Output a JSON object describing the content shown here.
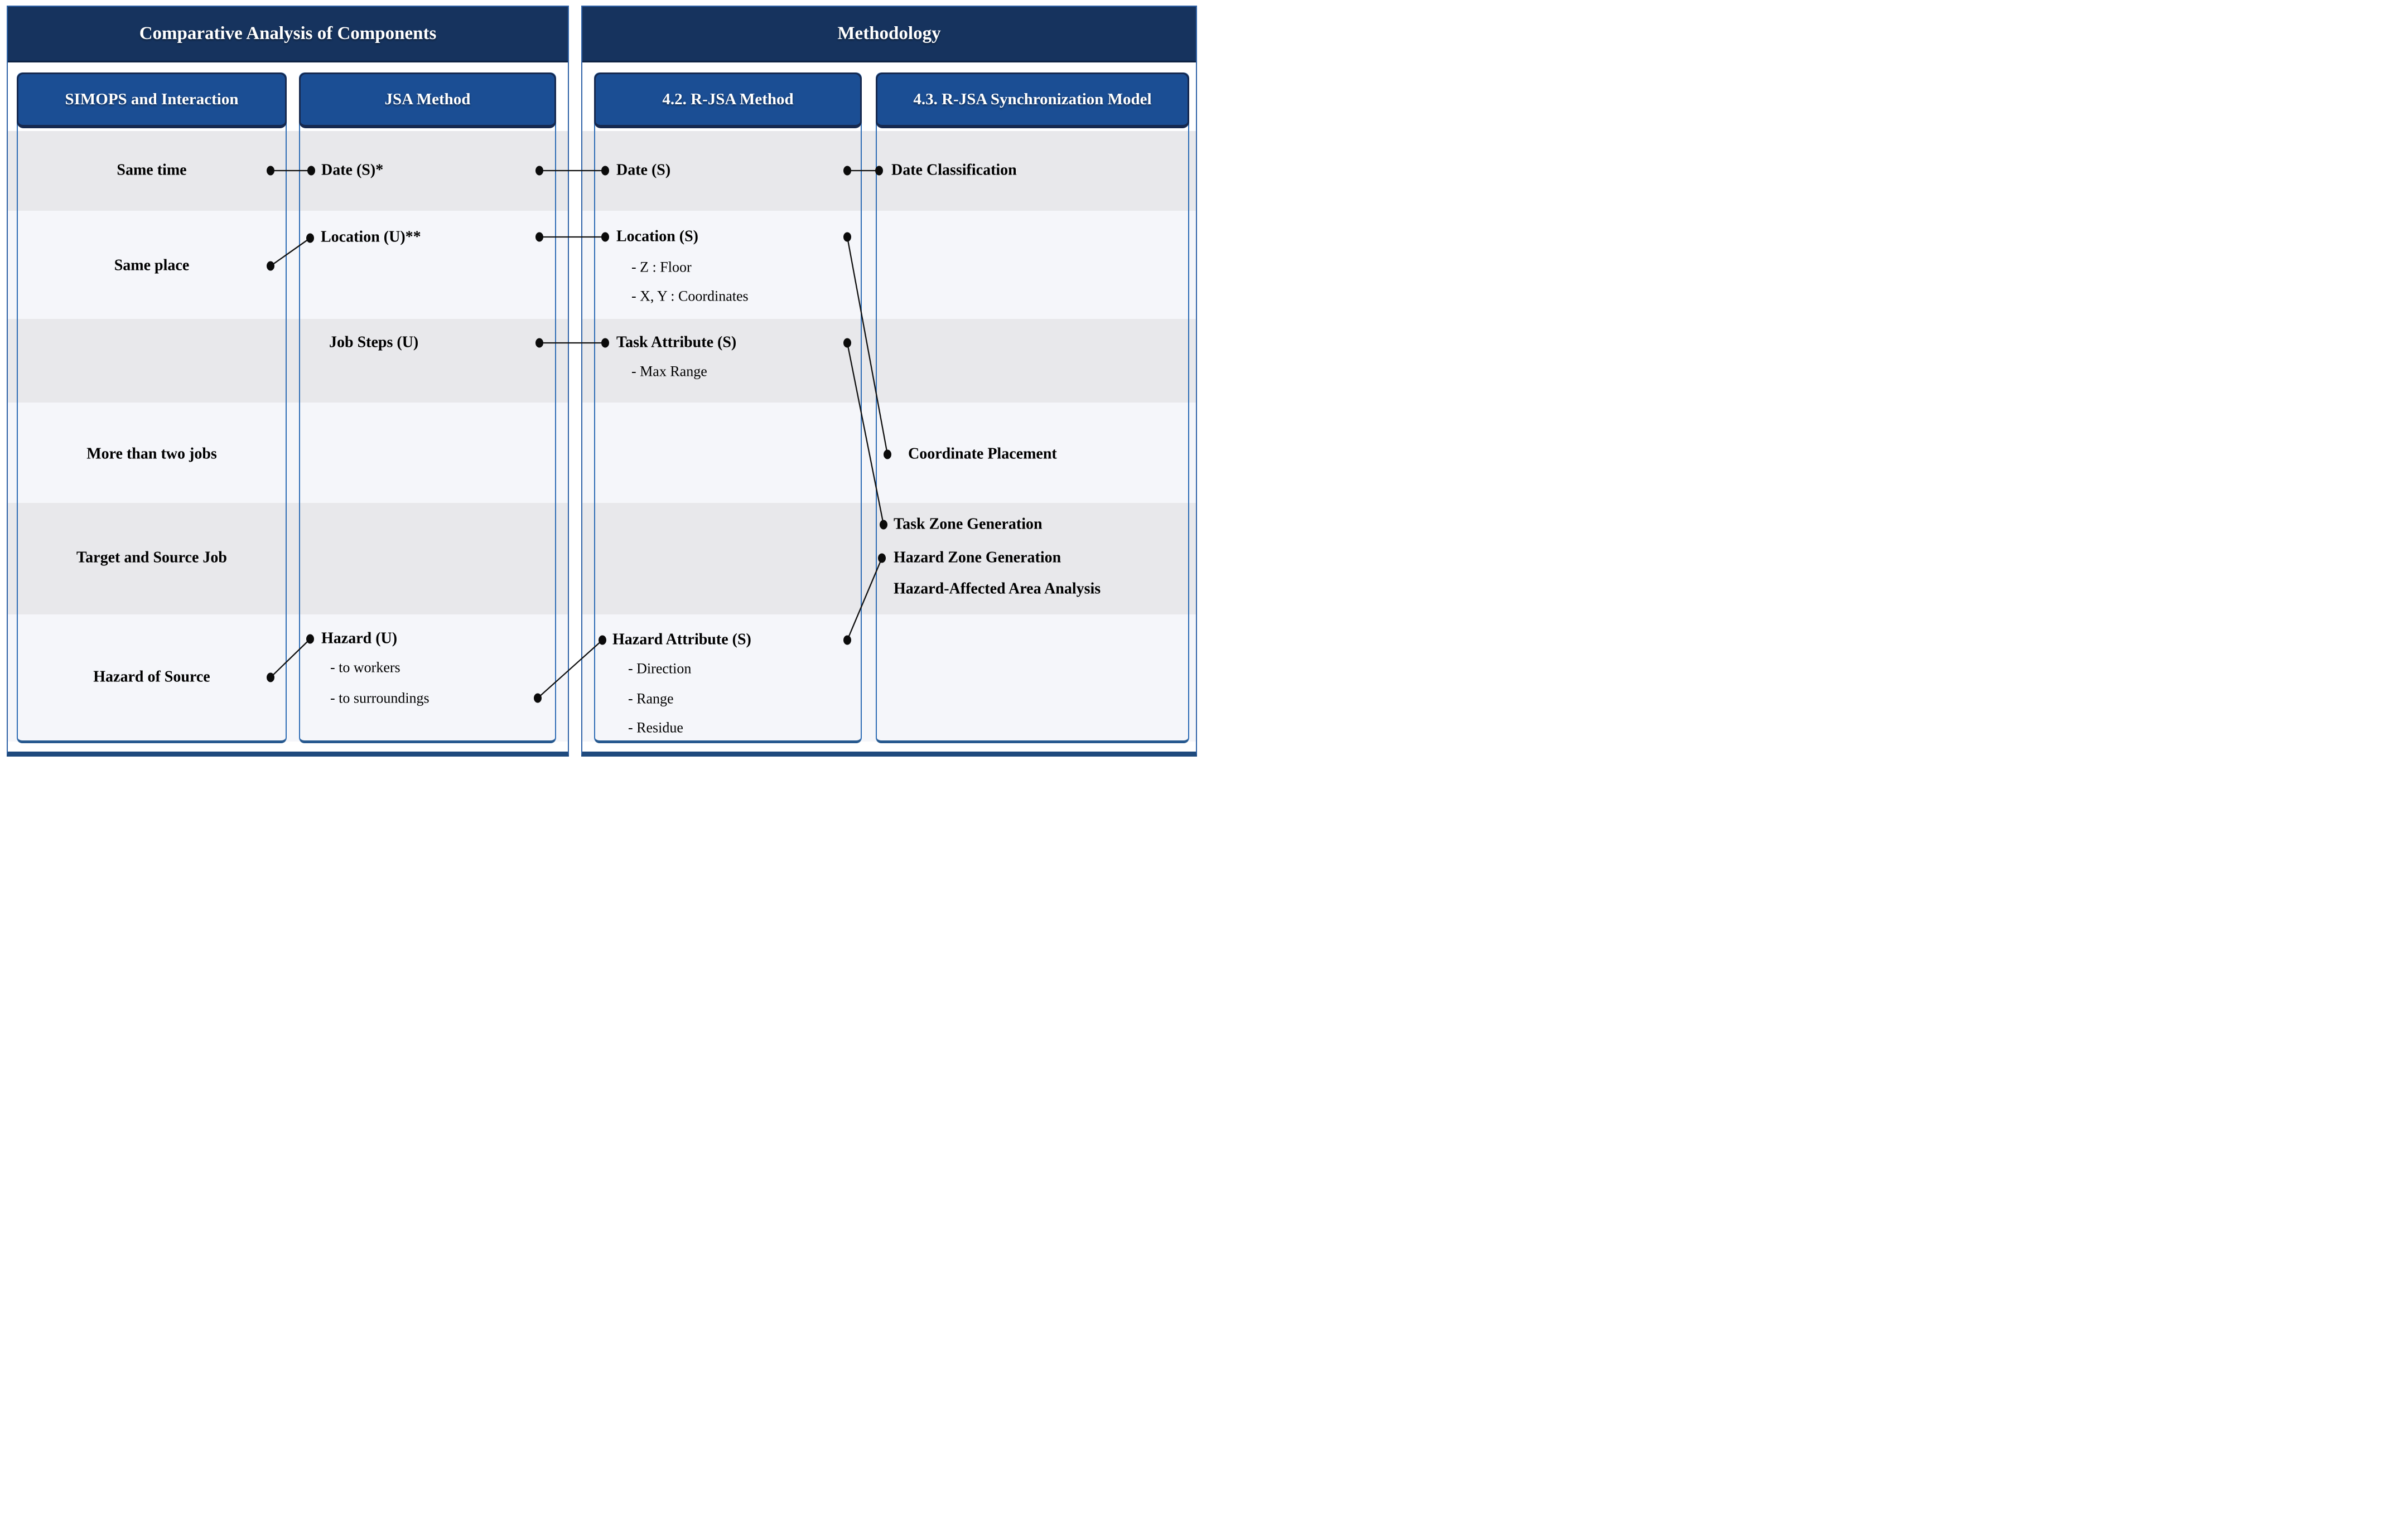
{
  "palette": {
    "section_header_bg": "#16335e",
    "column_header_bg": "#1b4e94",
    "row_gray": "#e8e8eb",
    "row_light": "#f5f6fa",
    "border_blue": "#2f6db5",
    "frame_bottom_bar": "#1f4a7d",
    "connector_black": "#111111"
  },
  "sections": [
    {
      "title": "Comparative Analysis of Components",
      "columns": [
        {
          "header": "SIMOPS and Interaction"
        },
        {
          "header": "JSA Method"
        }
      ]
    },
    {
      "title": "Methodology",
      "columns": [
        {
          "header": "4.2. R-JSA Method"
        },
        {
          "header": "4.3. R-JSA Synchronization Model"
        }
      ]
    }
  ],
  "simops": {
    "same_time": "Same time",
    "same_place": "Same place",
    "more_jobs": "More than two jobs",
    "target_source": "Target and Source Job",
    "hazard_source": "Hazard of Source"
  },
  "jsa": {
    "date": "Date (S)*",
    "location": "Location (U)**",
    "job_steps": "Job Steps (U)",
    "hazard": "Hazard (U)",
    "hazard_sub_1": "- to workers",
    "hazard_sub_2": "- to surroundings"
  },
  "rjsa": {
    "date": "Date (S)",
    "location": "Location (S)",
    "location_sub_1": "- Z : Floor",
    "location_sub_2": "- X, Y : Coordinates",
    "task": "Task Attribute (S)",
    "task_sub_1": "- Max Range",
    "hazard": "Hazard Attribute (S)",
    "hazard_sub_1": "- Direction",
    "hazard_sub_2": "- Range",
    "hazard_sub_3": "- Residue"
  },
  "sync": {
    "date_classification": "Date Classification",
    "coordinate_placement": "Coordinate Placement",
    "task_zone": "Task Zone Generation",
    "hazard_zone": "Hazard Zone Generation",
    "hazard_area": "Hazard-Affected Area Analysis"
  },
  "connections": [
    {
      "from": "same-time",
      "to": "jsa-date"
    },
    {
      "from": "jsa-date",
      "to": "rjsa-date"
    },
    {
      "from": "rjsa-date",
      "to": "sync-date-classification"
    },
    {
      "from": "same-place",
      "to": "jsa-location"
    },
    {
      "from": "jsa-location",
      "to": "rjsa-location"
    },
    {
      "from": "rjsa-location",
      "to": "sync-coordinate-placement"
    },
    {
      "from": "jsa-job-steps",
      "to": "rjsa-task-attribute"
    },
    {
      "from": "rjsa-task-attribute",
      "to": "sync-task-zone-generation"
    },
    {
      "from": "hazard-of-source",
      "to": "jsa-hazard"
    },
    {
      "from": "jsa-hazard",
      "to": "rjsa-hazard-attribute"
    },
    {
      "from": "rjsa-hazard-attribute",
      "to": "sync-hazard-zone-generation"
    }
  ]
}
